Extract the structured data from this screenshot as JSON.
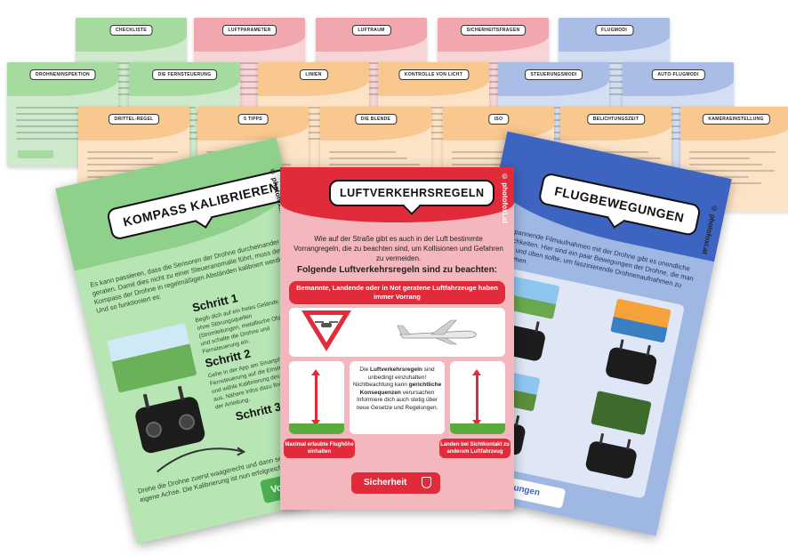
{
  "background_cards": [
    {
      "title": "CHECKLISTE",
      "color": "#cfe9cc",
      "band": "#a6dba0"
    },
    {
      "title": "LUFTPARAMETER",
      "color": "#f8d4d7",
      "band": "#f2a6ad"
    },
    {
      "title": "LUFTRAUM",
      "color": "#f8d4d7",
      "band": "#f2a6ad"
    },
    {
      "title": "SICHERHEITSFRAGEN",
      "color": "#f8d4d7",
      "band": "#f2a6ad"
    },
    {
      "title": "FLUGMODI",
      "color": "#d4def2",
      "band": "#a9bde6"
    },
    {
      "title": "DROHNENINSPEKTION",
      "color": "#cfe9cc",
      "band": "#a6dba0"
    },
    {
      "title": "DIE FERNSTEUERUNG",
      "color": "#cfe9cc",
      "band": "#a6dba0"
    },
    {
      "title": "LINIEN",
      "color": "#fde3c6",
      "band": "#f9c88e"
    },
    {
      "title": "KONTROLLE VON LICHT",
      "color": "#fde3c6",
      "band": "#f9c88e"
    },
    {
      "title": "STEUERUNGSMODI",
      "color": "#d4def2",
      "band": "#a9bde6"
    },
    {
      "title": "AUTO-FLUGMODI",
      "color": "#d4def2",
      "band": "#a9bde6"
    },
    {
      "title": "DRITTEL-REGEL",
      "color": "#fde3c6",
      "band": "#f9c88e"
    },
    {
      "title": "5 TIPPS",
      "color": "#fde3c6",
      "band": "#f9c88e"
    },
    {
      "title": "DIE BLENDE",
      "color": "#fde3c6",
      "band": "#f9c88e"
    },
    {
      "title": "ISO",
      "color": "#fde3c6",
      "band": "#f9c88e"
    },
    {
      "title": "BELICHTUNGSZEIT",
      "color": "#fde3c6",
      "band": "#f9c88e"
    },
    {
      "title": "KAMERAEINSTELLUNG",
      "color": "#fde3c6",
      "band": "#f9c88e"
    }
  ],
  "green_card": {
    "title": "KOMPASS KALIBRIEREN",
    "watermark": "© photofoxi.at",
    "intro": "Es kann passieren, dass die Sensoren der Drohne durcheinander geraten. Damit dies nicht zu einer Steueranomalie führt, muss der Kompass der Drohne in regelmäßigen Abständen kalibriert werden. Und so funktioniert es:",
    "step1_title": "Schritt 1",
    "step1_text": "Begib dich auf ein freies Gelände ohne Störungsquellen (Stromleitungen, metallische Objekte) und schalte die Drohne und Fernsteuerung ein.",
    "step2_title": "Schritt 2",
    "step2_text": "Gehe in der App am Smartphone oder Fernsteuerung auf die Einstellungen und wähle Kalibrierung des Kompass aus. Nähere Infos dazu findest du in der Anleitung.",
    "step3_title": "Schritt 3",
    "outro": "Drehe die Drohne zuerst waagerecht und dann senkrecht um die eigene Achse. Die Kalibrierung ist nun erfolgreich beendet.",
    "cta": "Vorbereitung"
  },
  "pink_card": {
    "title": "LUFTVERKEHRSREGELN",
    "watermark": "© photofoxi.at",
    "intro": "Wie auf der Straße gibt es auch in der Luft bestimmte Vorrangregeln, die zu beachten sind, um Kollisionen und Gefahren zu vermeiden.",
    "heading": "Folgende Luftverkehrsregeln sind zu beachten:",
    "rule_banner": "Bemannte, Landende oder in Not geratene Luftfahrzeuge haben immer Vorrang",
    "mid_text_pre": "Die ",
    "mid_text_bold1": "Luftverkehrsregeln",
    "mid_text_mid": " sind unbedingt einzuhalten! Nichtbeachtung kann ",
    "mid_text_bold2": "gerichtliche Konsequenzen",
    "mid_text_post": " verursachen Informiere dich auch stetig über neue Gesetze und Regelungen.",
    "label_left": "Maximal erlaubte Flughöhe einhalten",
    "label_right": "Landen bei Sichtkontakt zu anderem Luftfahrzeug",
    "button": "Sicherheit"
  },
  "blue_card": {
    "title": "FLUGBEWEGUNGEN",
    "watermark": "© photofoxi.at",
    "intro": "Um spannende Filmaufnahmen mit der Drohne gibt es unendliche Möglichkeiten. Hier sind ein paar Bewegungen der Drohne, die man lernen und üben sollte, um faszinierende Drohnenaufnahmen zu bekommen.",
    "footer": "Flugbewegungen"
  },
  "colors": {
    "pink_accent": "#e22b3a",
    "green_accent": "#4caf50",
    "blue_accent": "#3d64c0"
  }
}
